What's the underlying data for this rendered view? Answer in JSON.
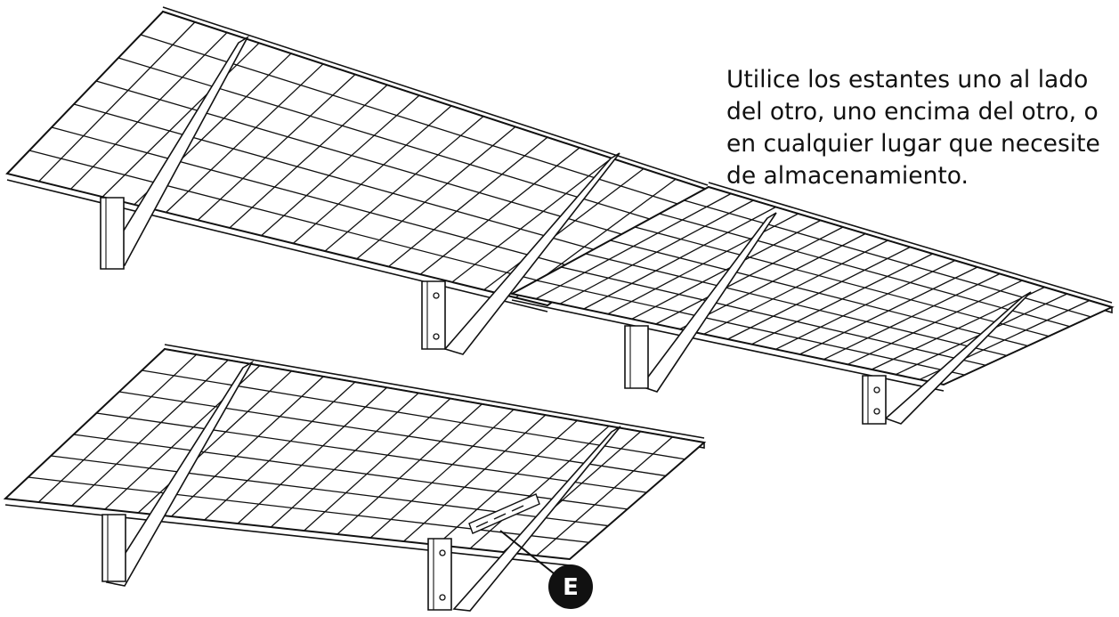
{
  "caption": {
    "lines": [
      "Utilice los estantes uno al lado",
      "del otro, uno encima del otro, o",
      "en cualquier lugar que necesite",
      "de almacenamiento."
    ]
  },
  "callout": {
    "letter": "E"
  },
  "colors": {
    "ink": "#111111",
    "paper": "#ffffff"
  }
}
